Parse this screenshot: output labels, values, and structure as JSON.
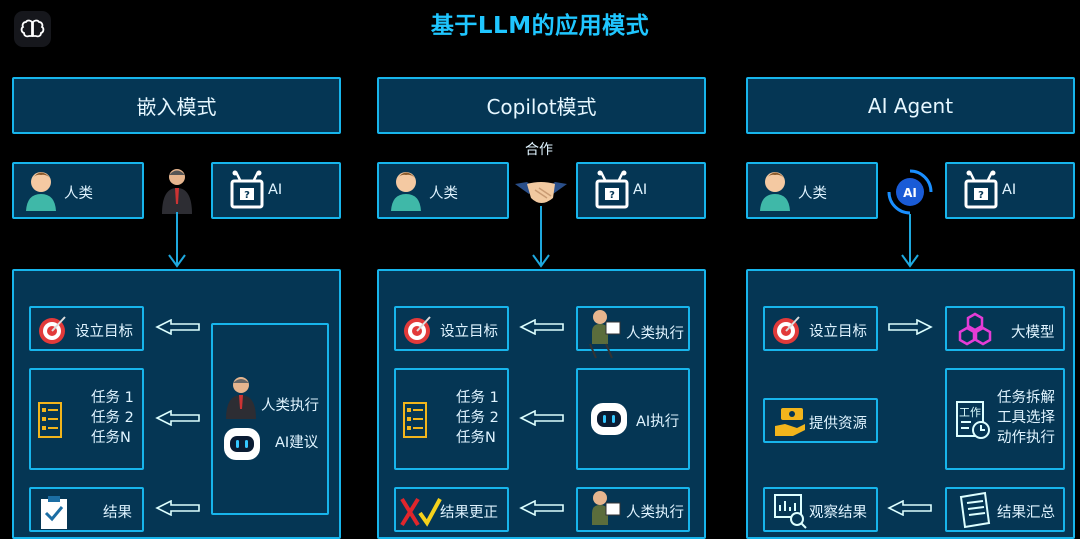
{
  "title": "基于LLM的应用模式",
  "columns": [
    {
      "header": "嵌入模式",
      "human": "人类",
      "ai": "AI",
      "goal": "设立目标",
      "tasks": [
        "任务 1",
        "任务 2",
        "任务N"
      ],
      "side_top": "人类执行",
      "side_bottom": "AI建议",
      "result": "结果"
    },
    {
      "header": "Copilot模式",
      "connector": "合作",
      "human": "人类",
      "ai": "AI",
      "goal": "设立目标",
      "tasks": [
        "任务 1",
        "任务 2",
        "任务N"
      ],
      "side_top": "人类执行",
      "side_mid": "AI执行",
      "result": "结果更正",
      "side_bottom": "人类执行"
    },
    {
      "header": "AI Agent",
      "human": "人类",
      "ai": "AI",
      "goal": "设立目标",
      "model": "大模型",
      "resource": "提供资源",
      "tasks": [
        "任务拆解",
        "工具选择",
        "动作执行"
      ],
      "observe": "观察结果",
      "summary": "结果汇总"
    }
  ],
  "icons": {
    "logo": "brain-icon",
    "human": "person-avatar-icon",
    "ai": "robot-icon",
    "goal": "target-icon",
    "tasks": "checklist-icon",
    "businessman": "businessman-icon",
    "handshake": "handshake-icon",
    "ai_badge": "ai-orbit-icon",
    "assistant": "assistant-bot-icon",
    "result": "clipboard-check-icon",
    "worker": "worker-at-desk-icon",
    "model": "hexagon-cluster-icon",
    "resource": "hand-coin-icon",
    "workflow": "gear-document-icon",
    "observe": "chart-search-icon",
    "summary": "report-icon"
  },
  "colors": {
    "accent": "#1fc6ff",
    "border": "#17b5ec",
    "panel": "#053654",
    "target": "#e23a3a",
    "model": "#e53cd6",
    "checklist": "#f2b51c"
  }
}
